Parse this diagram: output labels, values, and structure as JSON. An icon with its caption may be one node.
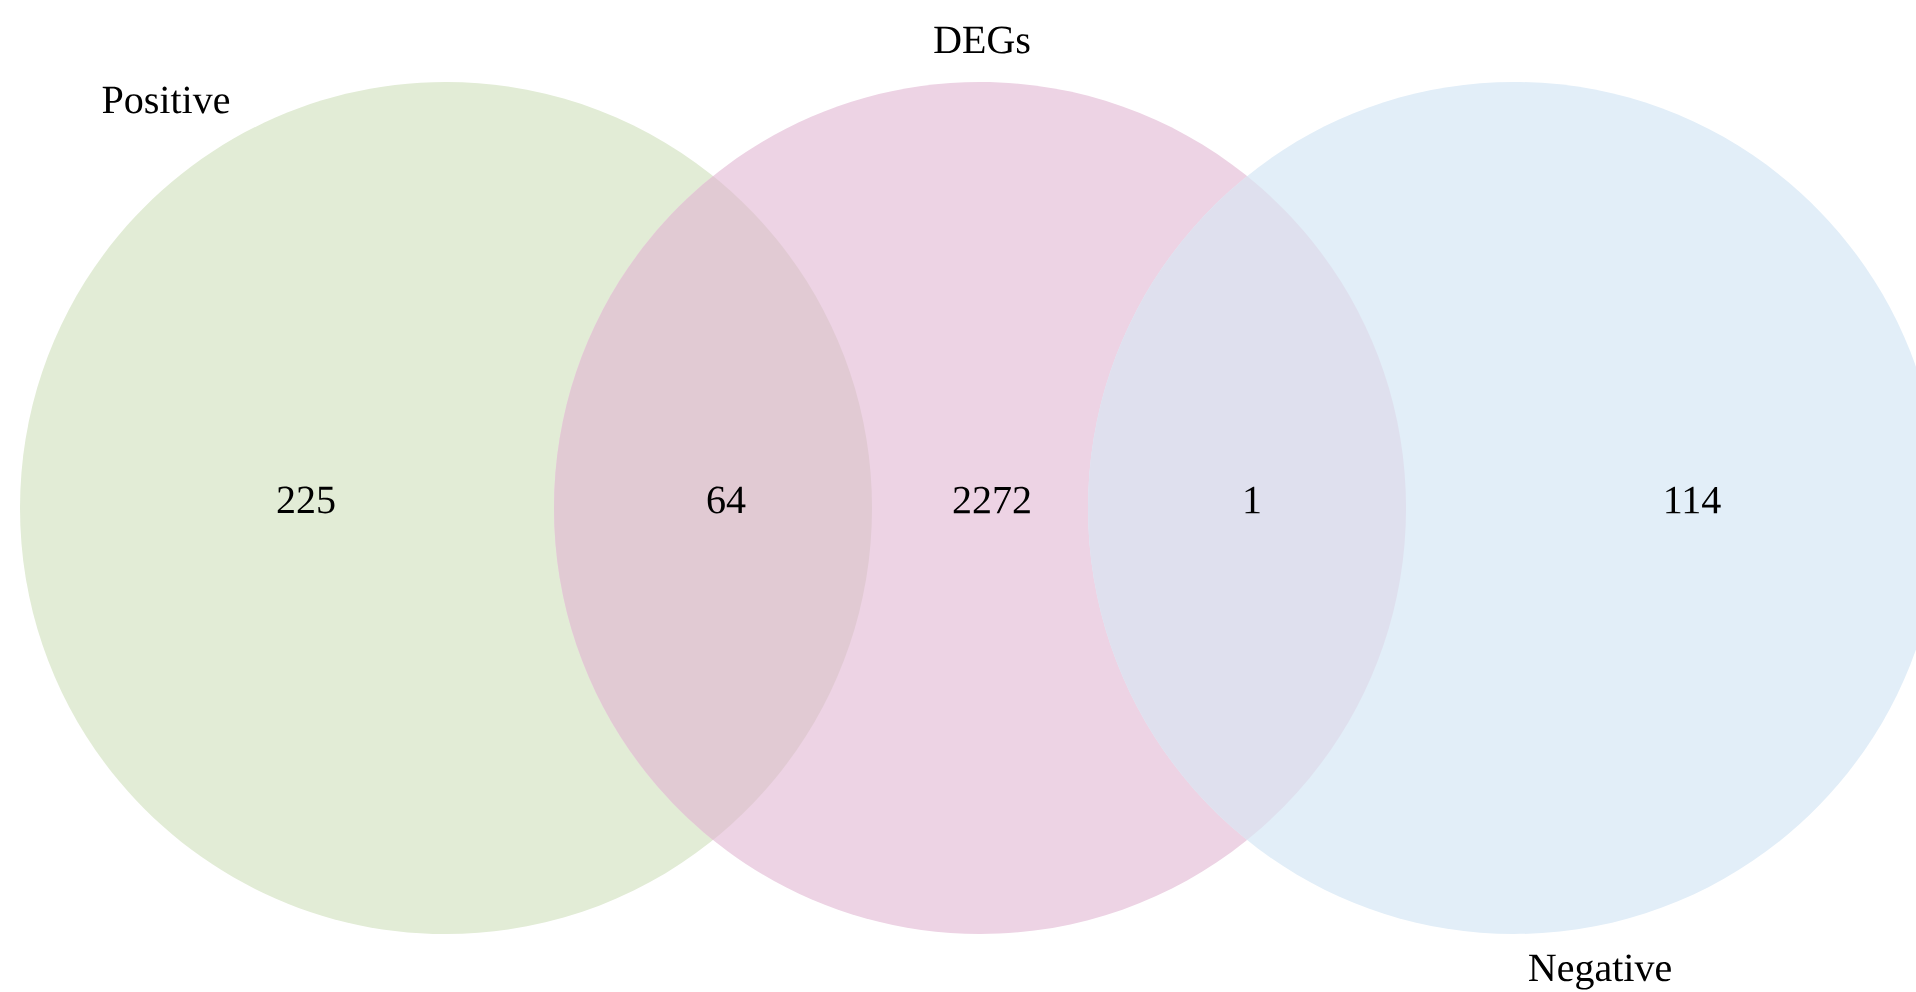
{
  "diagram": {
    "nodes": [
      {
        "text": [
          "Positive"
        ]
      },
      {
        "text": [
          "DEGs"
        ]
      },
      {
        "text": [
          "Negative"
        ]
      }
    ],
    "labels": [
      "225",
      "64",
      "2272",
      "1",
      "114"
    ]
  }
}
